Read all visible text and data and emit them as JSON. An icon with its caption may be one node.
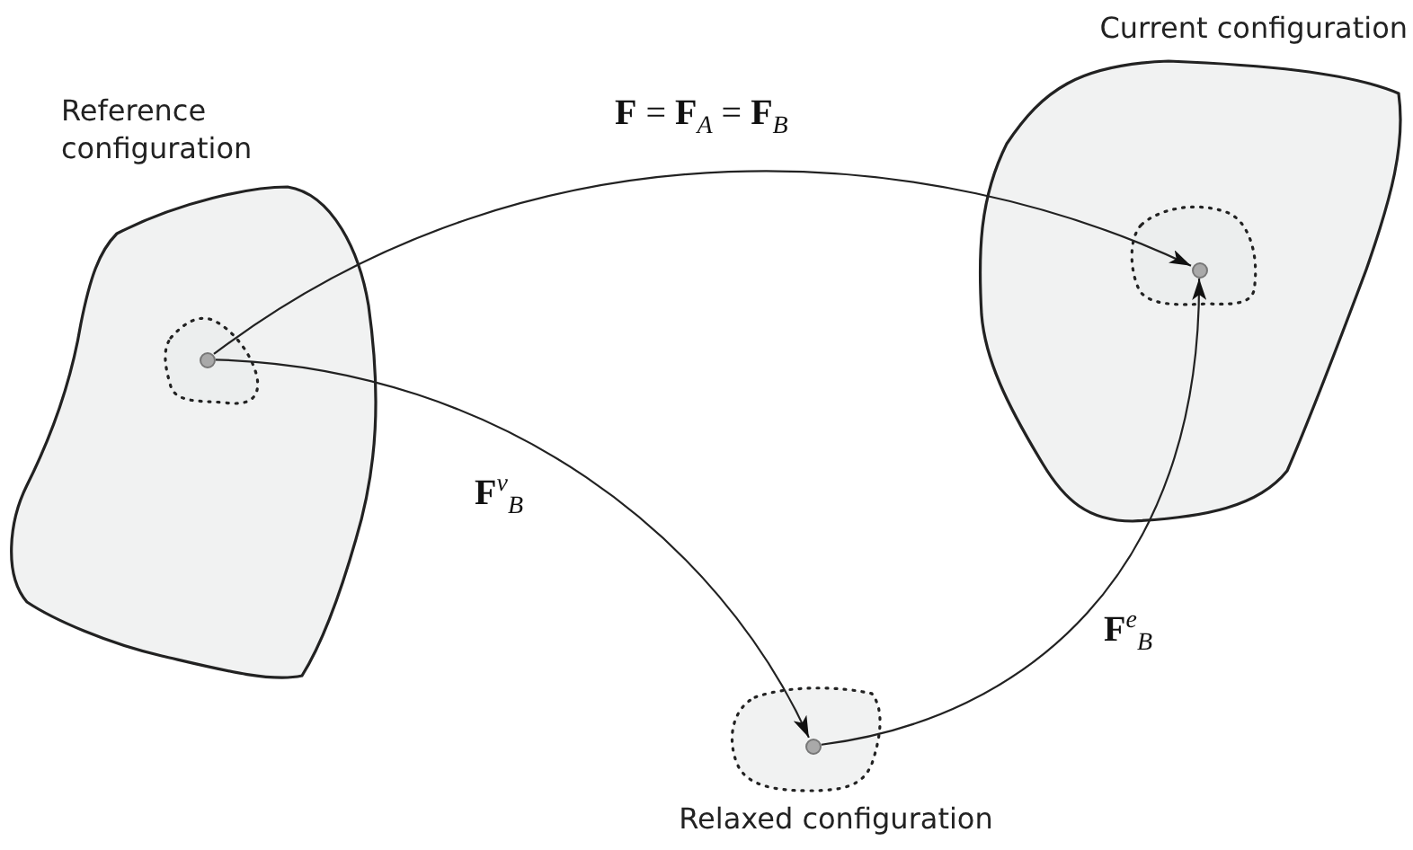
{
  "diagram": {
    "nodes": [
      {
        "text": [
          "Reference configuration"
        ]
      },
      {
        "text": [
          "Current configuration"
        ]
      },
      {
        "text": [
          "Relaxed configuration"
        ]
      },
      {
        "text": [],
        "shape": "circle",
        "in": 0
      },
      {
        "text": [],
        "shape": "circle",
        "in": 1
      },
      {
        "text": [],
        "shape": "circle",
        "in": 2
      }
    ],
    "edges": [
      {
        "from": 3,
        "to": 4,
        "arrow": "to",
        "label": "**F** = **F**$_{A}$ = **F**$_{B}$"
      },
      {
        "from": 3,
        "to": 5,
        "arrow": "to",
        "label": "**F**$^{v}$$_{B}$"
      },
      {
        "from": 5,
        "to": 4,
        "arrow": "to",
        "label": "**F**$^{e}$$_{B}$"
      }
    ]
  }
}
